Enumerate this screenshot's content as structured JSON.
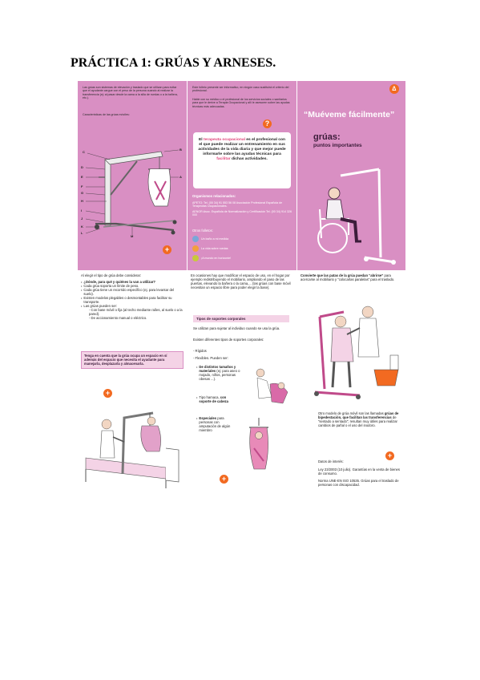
{
  "page": {
    "title": "PRÁCTICA 1: GRÚAS Y ARNESES."
  },
  "panel1": {
    "intro": "Las grúas son sistemas de elevación y traslado que se utilizan para evitar que el ayudante cargue con el peso de la persona cuando al realizar la transferencia (ej: al pasar desde la cama a la silla de ruedas o a la bañera, etc.).",
    "caracteristicas": "Características de las grúas móviles:",
    "labels": [
      "C",
      "B",
      "D",
      "E",
      "F",
      "G",
      "H",
      "I",
      "J",
      "K",
      "L",
      "M",
      "A"
    ]
  },
  "panel2": {
    "intro": "Este folleto presente ser informativo, en ningún caso sustituirá el criterio del profesional.",
    "consult": "Hable con su médico o el profesional de los servicios sociales o sanitarios para que le derive a Terapia Ocupacional y allí le asesoren sobre las ayudas técnicas más adecuadas.",
    "callout_pre": "El",
    "callout_hl1": "terapeuta ocupacional",
    "callout_mid": "es el profesional con el que puede realizar un entrenamiento en sus actividades de la vida diaria y que mejor puede informarle sobre las ayudas técnicas para",
    "callout_hl2": "facilitar",
    "callout_post": "dichas actividades.",
    "orgs_title": "Organismos relacionados:",
    "org1": "APETO: Tel. (00 34) 91 553 56 08 Asociación Profesional Española de Terapeutas Ocupacionales.",
    "org2": "AENOR:Asoc. Española de Normalización y Certificación Tel. (00 34) 914 326 000",
    "folletos_title": "Otros folletos:",
    "folletos": [
      "Un baño a mi medida",
      "La vida sobre ruedas",
      "¡A mundo en horizonte!"
    ]
  },
  "panel3": {
    "headline": "“Muéveme fácilmente”",
    "subhead_big": "grúas:",
    "subhead_small": "puntos importantes"
  },
  "col1": {
    "lead": "Al elegir el tipo de grúa debe considerar:",
    "bullets": [
      "¿Dónde, para qué y quiénes la van a utilizar?",
      "Cada grúa soporta un límite de peso.",
      "Cada grúa tiene un recorrido específico (ej. para levantar del suelo).",
      "Existen modelos plegables o desmontables para facilitar su transporte.",
      "Las grúas pueden ser:"
    ],
    "sub_bullets": [
      "- Con base móvil o fija (al techo mediante raíles, al suelo o a la pared).",
      "- De accionamiento manual o eléctrico."
    ],
    "warning": "Tenga en cuenta que la grúa ocupa un espacio en sí además del espacio que necesita el ayudante para manejarla, desplazarla y almacenarla."
  },
  "col2": {
    "intro": "En ocasiones hay que modificar el espacio de uso, en el hogar por ejemplo redistribuyendo el mobiliario, ampliando el paso de las puertas, elevando la bañera o la cama,... (las grúas con base móvil necesitan un espacio libre para poder elegir la base).",
    "section_title": "Tipos de soportes corporales",
    "section_intro": "Se utilizan para sujetar al individuo cuando se usa la grúa.",
    "types_intro": "Existen diferentes tipos de soportes corporales:",
    "types": [
      "- Rígidos",
      "- Flexibles. Pueden ser:"
    ],
    "flex1_bold": "De distintos tamaños y materiales",
    "flex1_rest": "(ej: para aseo o mojado, niños, personas obesas ...).",
    "flex2_pre": "Tipo hamaca,",
    "flex2_bold": "con soporte de cabeza",
    "flex3_bold": "Especiales",
    "flex3_rest": "para personas con amputación de algún miembro"
  },
  "col3": {
    "intro_bold": "Convierte que las patas de la grúa puedan “abrirse”",
    "intro_rest": "para acercarse al mobiliario y “colocarlas paralelas” para el traslado.",
    "bipedest_pre": "Otro modelo de grúa móvil son las llamadas",
    "bipedest_bold": "grúas de bipedestación, que facilitan las transferencias",
    "bipedest_rest": "de “sentado a sentado”; resultan muy útiles para realizar cambios de pañal o el uso del inodoro.",
    "datos_title": "Datos de interés:",
    "ley": "Ley 23/2003 (10 julio). Garantías en la venta de bienes de consumo.",
    "norma": "Norma UNE-EN ISO 10535. Grúas para el traslado de personas con discapacidad."
  },
  "colors": {
    "pink": "#d98fc3",
    "light_pink": "#f4d3e6",
    "orange": "#f26a21",
    "magenta": "#e0457b",
    "dark_plum": "#3c1c3a"
  }
}
